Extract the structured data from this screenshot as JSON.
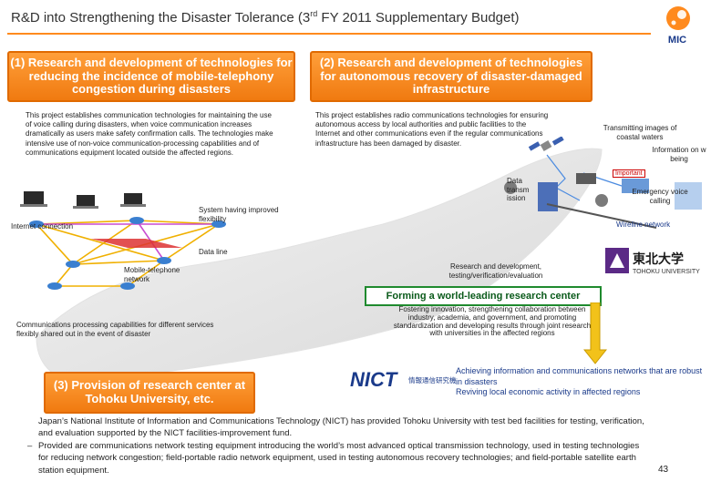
{
  "title": {
    "main": "R&D into Strengthening the Disaster Tolerance (3",
    "sup": "rd",
    "tail": " FY 2011 Supplementary Budget)"
  },
  "colors": {
    "accent": "#ff8a1e",
    "box_orange": "#f07a10",
    "green": "#1f8a2e",
    "navy": "#1a3a8a"
  },
  "mic_logo": "MIC",
  "section1": {
    "heading": "(1) Research and development of technologies for reducing the incidence of mobile-telephony congestion during disasters",
    "description": "This project establishes communication technologies for maintaining the use of voice calling during disasters, when voice communication increases dramatically as users make safety confirmation calls. The technologies make intensive use of non-voice communication-processing capabilities and of communications equipment located outside the affected regions.",
    "labels": {
      "system_flexibility": "System having improved flexibility",
      "internet": "Internet connection",
      "data_line": "Data line",
      "mobile_network": "Mobile-telephone network",
      "comm_processing": "Communications processing capabilities for different services flexibly shared out in the event of disaster"
    }
  },
  "section2": {
    "heading": "(2) Research and development of technologies for autonomous recovery of disaster-damaged infrastructure",
    "description": "This project establishes radio communications technologies for ensuring autonomous access by local authorities and public facilities to the Internet and other communications even if the regular communications infrastructure has been damaged by disaster.",
    "labels": {
      "transmitting": "Transmitting images of coastal waters",
      "information": "Information on w being",
      "important": "Important",
      "data_transmission": "Data transm ission",
      "emergency": "Emergency voice calling",
      "wireline": "Wireline network"
    }
  },
  "section3": {
    "heading": "(3) Provision of research center at Tohoku University, etc.",
    "rnd": "Research and development, testing/verification/evaluation",
    "world_center": "Forming a world-leading research center",
    "fostering": "Fostering innovation, strengthening collaboration between industry, academia, and government, and promoting standardization and developing results through joint research with universities in the affected regions",
    "achieving_1": "Achieving information and communications networks that are robust in disasters",
    "achieving_2": "Reviving local economic activity in affected regions",
    "tohoku_logo_cjk": "東北大学",
    "tohoku_logo_en": "TOHOKU UNIVERSITY",
    "nict_logo": "NICT",
    "nict_logo_cjk": "情報通信研究機構"
  },
  "bottom_bullets": [
    {
      "marker": "",
      "text": "Japan’s National Institute of Information and Communications Technology (NICT) has provided Tohoku University with test bed facilities for testing, verification, and evaluation supported by the NICT facilities-improvement fund."
    },
    {
      "marker": "–",
      "text": "Provided are communications network testing equipment introducing the world’s most advanced optical transmission technology, used in testing technologies for reducing network congestion; field-portable radio network equipment, used in testing autonomous recovery technologies; and field-portable satellite earth station equipment."
    }
  ],
  "page_number": "43"
}
